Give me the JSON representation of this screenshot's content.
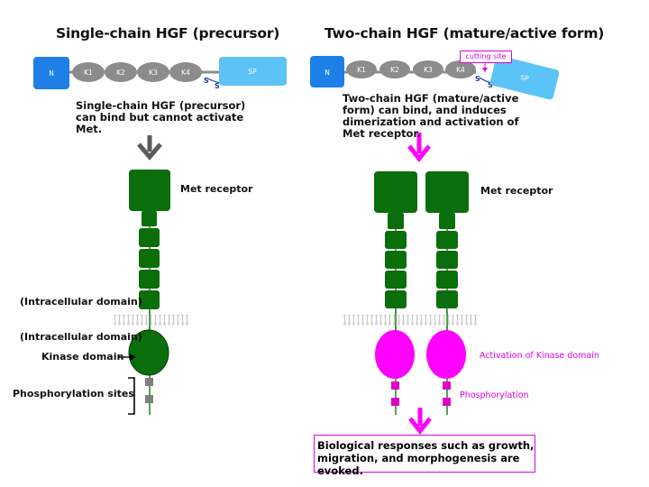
{
  "left": {
    "title": "Single-chain HGF (precursor)",
    "description": "Single-chain HGF (precursor) can bind but cannot activate Met.",
    "receptor_label": "Met receptor",
    "intracellular_label_1": "(Intracellular domain)",
    "intracellular_label_2": "(Intracellular domain)",
    "kinase_label": "Kinase domain",
    "phospho_label": "Phosphorylation sites"
  },
  "right": {
    "title": "Two-chain HGF (mature/active form)",
    "cutting_site_label": "cutting site",
    "description": "Two-chain HGF (mature/active form) can bind, and induces dimerization and activation of Met receptor.",
    "receptor_label": "Met receptor",
    "kinase_activation_label": "Activation of Kinase domain",
    "phospho_label": "Phosphorylation",
    "outcome": "Biological responses such as growth, migration, and morphogenesis are evoked."
  },
  "hgf_domains": [
    "N",
    "K1",
    "K2",
    "K3",
    "K4",
    "SP"
  ],
  "ss_bond": [
    "S",
    "S"
  ],
  "colors": {
    "receptor_green": "#0a6e0a",
    "n_domain_blue": "#1e7fe6",
    "sp_domain_blue": "#5bc3f5",
    "kringle_gray": "#8c8c8c",
    "activation_magenta": "#ff00ff",
    "arrow_gray": "#5a5a5a"
  }
}
